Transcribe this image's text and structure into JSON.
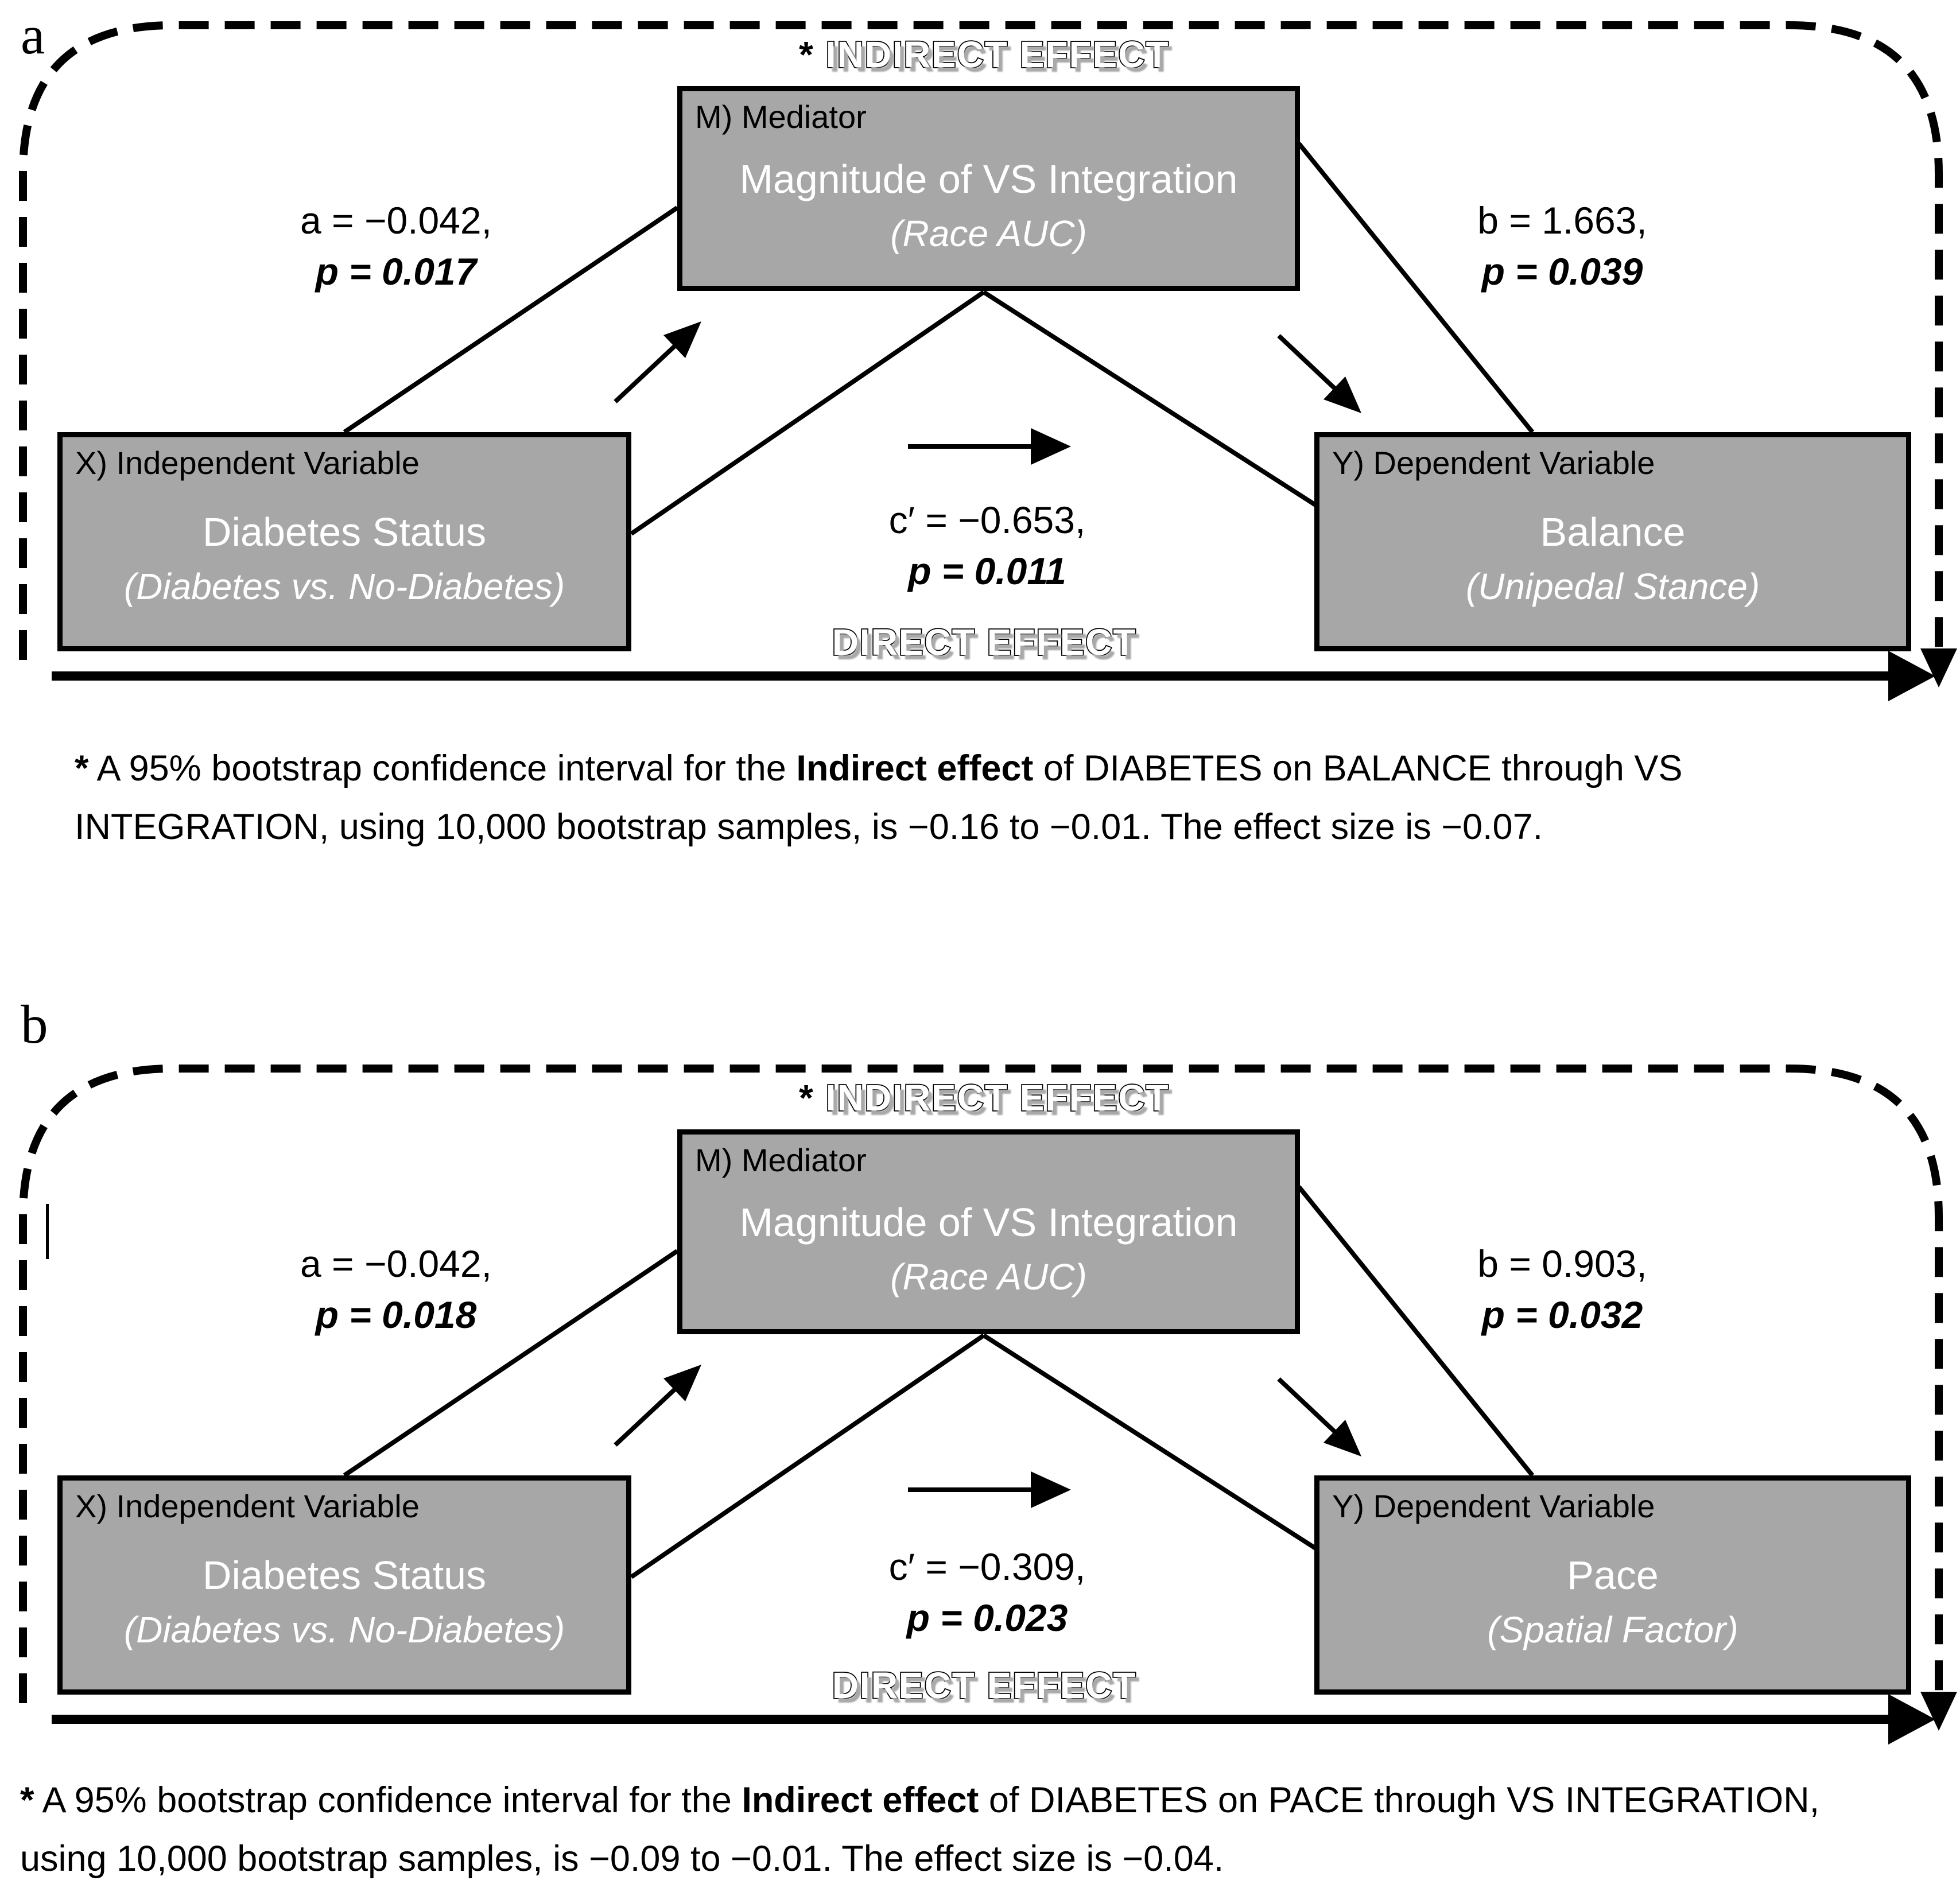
{
  "colors": {
    "box_fill": "#a7a7a7",
    "box_border": "#000000",
    "shadow_gray": "#a9a9a9"
  },
  "panels": [
    {
      "label": "a",
      "indirect": {
        "asterisk": "*",
        "label": "INDIRECT EFFECT"
      },
      "direct": {
        "label": "DIRECT EFFECT"
      },
      "mediator": {
        "tag": "M) Mediator",
        "title": "Magnitude of VS Integration",
        "subtitle": "(Race AUC)"
      },
      "independent": {
        "tag": "X) Independent Variable",
        "title": "Diabetes Status",
        "subtitle": "(Diabetes vs. No-Diabetes)"
      },
      "dependent": {
        "tag": "Y) Dependent Variable",
        "title": "Balance",
        "subtitle": "(Unipedal Stance)"
      },
      "path_a": {
        "coef": "a = −0.042,",
        "p": "p = 0.017"
      },
      "path_b": {
        "coef": "b = 1.663,",
        "p": "p = 0.039"
      },
      "path_c": {
        "coef": "c′ = −0.653,",
        "p": "p = 0.011"
      },
      "footnote": {
        "marker": "*",
        "line1_pre": " A 95% bootstrap confidence interval for the ",
        "line1_bold": "Indirect effect",
        "line1_post": " of DIABETES on BALANCE through VS",
        "line2": "INTEGRATION, using 10,000 bootstrap samples, is −0.16 to −0.01.  The effect size is −0.07."
      }
    },
    {
      "label": "b",
      "indirect": {
        "asterisk": "*",
        "label": "INDIRECT EFFECT"
      },
      "direct": {
        "label": "DIRECT EFFECT"
      },
      "mediator": {
        "tag": "M) Mediator",
        "title": "Magnitude of VS Integration",
        "subtitle": "(Race AUC)"
      },
      "independent": {
        "tag": "X) Independent Variable",
        "title": "Diabetes Status",
        "subtitle": "(Diabetes vs. No-Diabetes)"
      },
      "dependent": {
        "tag": "Y) Dependent Variable",
        "title": "Pace",
        "subtitle": "(Spatial Factor)"
      },
      "path_a": {
        "coef": "a = −0.042,",
        "p": "p = 0.018"
      },
      "path_b": {
        "coef": "b = 0.903,",
        "p": "p = 0.032"
      },
      "path_c": {
        "coef": "c′ = −0.309,",
        "p": "p = 0.023"
      },
      "footnote": {
        "marker": "*",
        "line1_pre": " A 95% bootstrap confidence interval for the ",
        "line1_bold": "Indirect effect",
        "line1_post": " of DIABETES on PACE through VS INTEGRATION,",
        "line2": "using 10,000 bootstrap samples, is −0.09 to −0.01.  The effect size is −0.04."
      }
    }
  ]
}
